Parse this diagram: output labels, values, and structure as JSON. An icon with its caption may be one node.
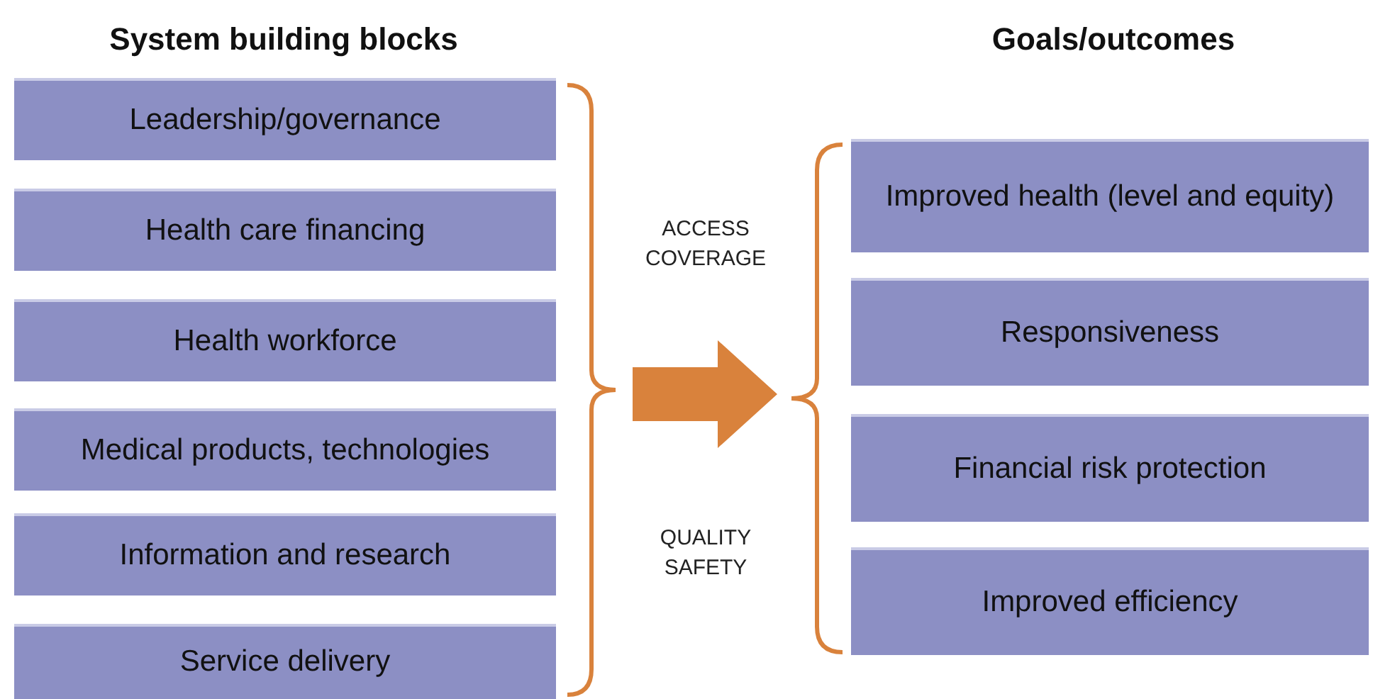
{
  "diagram": {
    "nodes": [
      {
        "text": [
          "Leadership/governance"
        ]
      },
      {
        "text": [
          "Health care financing"
        ]
      },
      {
        "text": [
          "Health workforce"
        ]
      },
      {
        "text": [
          "Medical products, technologies"
        ]
      },
      {
        "text": [
          "Information and research"
        ]
      },
      {
        "text": [
          "Service delivery"
        ]
      },
      {
        "text": [
          "Improved health (level and equity)"
        ]
      },
      {
        "text": [
          "Responsiveness"
        ]
      },
      {
        "text": [
          "Financial risk protection"
        ]
      },
      {
        "text": [
          "Improved efficiency"
        ]
      },
      {
        "text": [],
        "shape": "brace"
      },
      {
        "text": [],
        "shape": "brace"
      }
    ],
    "edges": [
      {
        "from": 10,
        "to": 11,
        "arrow": "to",
        "style": "thick",
        "color": "#d9823c"
      }
    ],
    "labels": [
      "System building blocks",
      "Goals/outcomes",
      "ACCESS COVERAGE",
      "QUALITY SAFETY"
    ]
  }
}
